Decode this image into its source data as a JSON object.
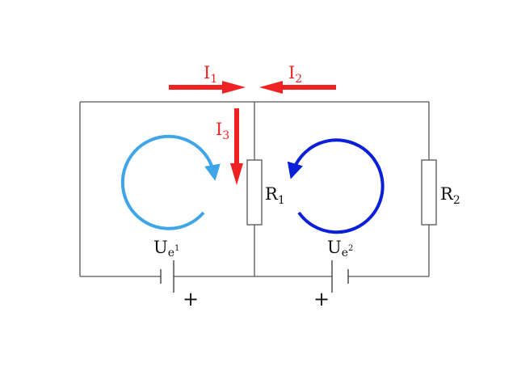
{
  "colors": {
    "wire": "#555555",
    "current_arrow": "#ee2222",
    "loop1": "#3ea6e8",
    "loop2": "#0a1fd8",
    "text": "#111111"
  },
  "currents": {
    "i1": {
      "letter": "I",
      "sub": "1"
    },
    "i2": {
      "letter": "I",
      "sub": "2"
    },
    "i3": {
      "letter": "I",
      "sub": "3"
    }
  },
  "resistors": {
    "r1": {
      "letter": "R",
      "sub": "1"
    },
    "r2": {
      "letter": "R",
      "sub": "2"
    }
  },
  "sources": {
    "ue1": {
      "letter": "U",
      "sub": "e",
      "sup": "1",
      "polarity": "+"
    },
    "ue2": {
      "letter": "U",
      "sub": "e",
      "sup": "2",
      "polarity": "+"
    }
  }
}
